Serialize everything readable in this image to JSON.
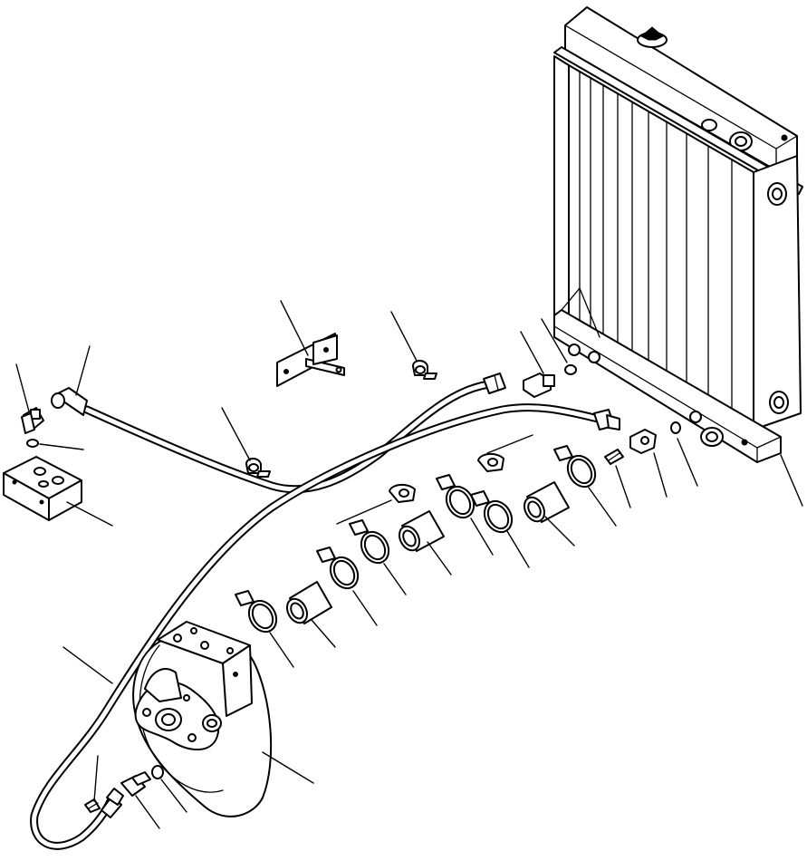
{
  "diagram": {
    "type": "exploded-parts-view",
    "labels": [],
    "parts": [
      {
        "name": "radiator",
        "icon": "radiator-icon"
      },
      {
        "name": "radiator-cap",
        "icon": "cap-icon"
      },
      {
        "name": "pump-housing",
        "icon": "pump-icon"
      },
      {
        "name": "long-hose",
        "icon": "hose-icon"
      },
      {
        "name": "upper-hose",
        "icon": "hose-icon"
      },
      {
        "name": "valve-block",
        "icon": "block-icon"
      },
      {
        "name": "mounting-bracket",
        "icon": "bracket-icon"
      },
      {
        "name": "hose-clamp",
        "icon": "clamp-icon",
        "count": 8
      },
      {
        "name": "hose-sleeve",
        "icon": "sleeve-icon",
        "count": 3
      },
      {
        "name": "fitting",
        "icon": "fitting-icon"
      },
      {
        "name": "o-ring",
        "icon": "o-ring-icon"
      }
    ]
  }
}
